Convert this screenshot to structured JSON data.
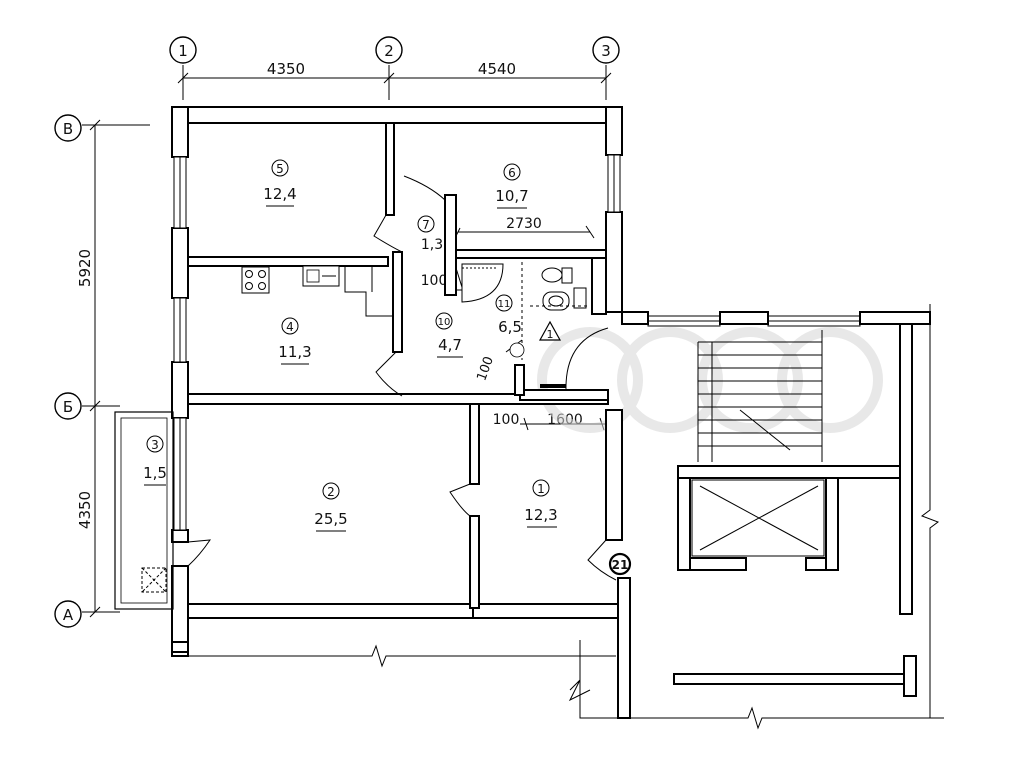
{
  "axes": {
    "columns": [
      "1",
      "2",
      "3"
    ],
    "rows": [
      "В",
      "Б",
      "А"
    ]
  },
  "dimensions": {
    "d1": "4350",
    "d2": "4540",
    "d_vert_top": "5920",
    "d_vert_bottom": "4350",
    "d_2730": "2730",
    "d_100_a": "100",
    "d_100_b": "100",
    "d_100_c": "100",
    "d_1600": "1600"
  },
  "rooms": [
    {
      "num": "1",
      "area": "12,3"
    },
    {
      "num": "2",
      "area": "25,5"
    },
    {
      "num": "3",
      "area": "1,5"
    },
    {
      "num": "4",
      "area": "11,3"
    },
    {
      "num": "5",
      "area": "12,4"
    },
    {
      "num": "6",
      "area": "10,7"
    },
    {
      "num": "7",
      "area": "1,3"
    },
    {
      "num": "10",
      "area": "4,7"
    },
    {
      "num": "11",
      "area": "6,5"
    }
  ],
  "markers": {
    "unit_marker": "21",
    "triangle_marker": "1"
  },
  "icons": {
    "stove": "stove-icon",
    "sink": "sink-icon",
    "toilet": "toilet-icon",
    "washbasin": "washbasin-icon",
    "shower": "shower-icon",
    "elevator": "elevator-shaft-icon",
    "stairs": "staircase-icon",
    "vent": "ventilation-icon"
  }
}
